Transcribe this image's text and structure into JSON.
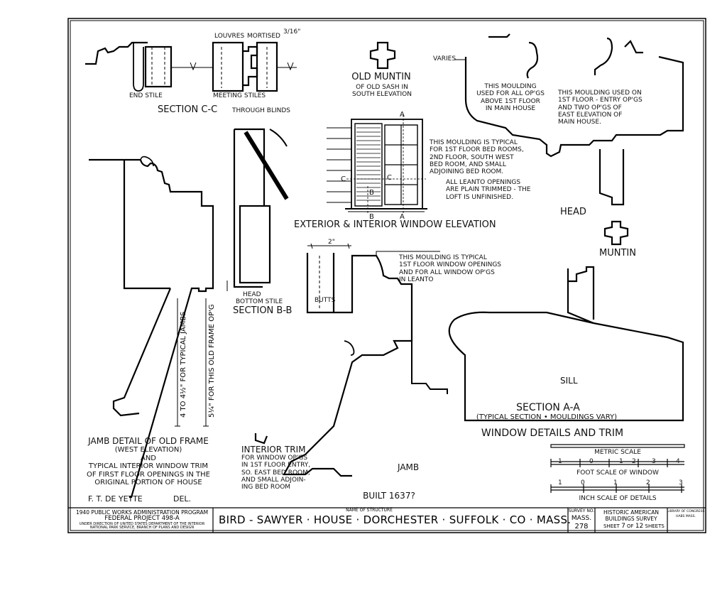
{
  "section_cc": {
    "louvres": "LOUVRES",
    "mortised": "MORTISED",
    "mortised_dim": "3/16\"",
    "end_stile": "END STILE",
    "meeting_stiles": "MEETING STILES",
    "title": "SECTION C-C",
    "subtitle": "THROUGH BLINDS"
  },
  "old_muntin": {
    "title": "OLD MUNTIN",
    "lines": [
      "OF OLD SASH IN",
      "SOUTH ELEVATION"
    ]
  },
  "head": {
    "varies": "VARIES",
    "note_main_house": [
      "THIS MOULDING",
      "USED FOR ALL OP'GS",
      "ABOVE 1ST FLOOR",
      "IN MAIN HOUSE"
    ],
    "note_east": [
      "THIS MOULDING USED ON",
      "1ST FLOOR - ENTRY OP'GS",
      "AND TWO OP'GS OF",
      "EAST ELEVATION OF",
      "MAIN HOUSE."
    ],
    "note_bed_rooms": [
      "THIS MOULDING IS TYPICAL",
      "FOR 1ST FLOOR BED ROOMS,",
      "2ND FLOOR, SOUTH WEST",
      "BED ROOM, AND SMALL",
      "ADJOINING BED ROOM."
    ],
    "note_leanto": [
      "ALL LEANTO OPENINGS",
      "ARE PLAIN TRIMMED - THE",
      "LOFT IS UNFINISHED."
    ],
    "label": "HEAD",
    "muntin": "MUNTIN"
  },
  "window_elevation": {
    "mark_a": "A",
    "mark_b": "B",
    "mark_c": "C",
    "title": "EXTERIOR & INTERIOR WINDOW ELEVATION"
  },
  "section_bb": {
    "head": "HEAD",
    "bottom_stile": "BOTTOM STILE",
    "title": "SECTION B-B"
  },
  "jamb_old": {
    "dim_typical": "4 TO 4½\" FOR TYPICAL JAMBS",
    "dim_old": "5¼\" FOR THIS OLD FRAME OP'G",
    "title": "JAMB DETAIL OF OLD FRAME",
    "lines": [
      "(WEST ELEVATION)",
      "AND",
      "TYPICAL INTERIOR WINDOW TRIM",
      "OF FIRST FLOOR OPENINGS IN THE",
      "ORIGINAL PORTION OF HOUSE"
    ]
  },
  "jamb": {
    "dim_top": "2\"",
    "butts": "BUTTS",
    "note": [
      "THIS MOULDING IS TYPICAL",
      "1ST FLOOR WINDOW OPENINGS",
      "AND FOR ALL WINDOW OP'GS",
      "IN LEANTO"
    ],
    "label": "JAMB"
  },
  "interior_trim": {
    "title": "INTERIOR TRIM",
    "lines": [
      "FOR WINDOW OP'GS",
      "IN 1ST FLOOR ENTRY,",
      "SO. EAST BED ROOM,",
      "AND SMALL ADJOIN-",
      "ING BED ROOM"
    ]
  },
  "sill": {
    "label": "SILL",
    "title": "SECTION A-A",
    "subtitle": "(TYPICAL SECTION • MOULDINGS VARY)",
    "sheet_title": "WINDOW DETAILS AND TRIM"
  },
  "scales": {
    "metric_title": "METRIC SCALE",
    "metric_ticks": [
      "1",
      "0",
      "1",
      "2",
      "3",
      "4"
    ],
    "foot_title": "FOOT SCALE OF WINDOW",
    "inch_ticks": [
      "1",
      "0",
      "1",
      "2",
      "3"
    ],
    "inch_title": "INCH SCALE OF DETAILS"
  },
  "credits": {
    "draftsman": "F. T. DE YETTE",
    "del": "DEL.",
    "built": "BUILT 1637?"
  },
  "title_block": {
    "program": "1940 PUBLIC WORKS ADMINISTRATION PROGRAM",
    "project": "FEDERAL PROJECT 498-A",
    "direction_1": "UNDER DIRECTION OF UNITED STATES DEPARTMENT OF THE INTERIOR",
    "direction_2": "NATIONAL PARK SERVICE, BRANCH OF PLANS AND DESIGN",
    "name_label": "NAME OF STRUCTURE",
    "structure_name": "BIRD - SAWYER · HOUSE · DORCHESTER · SUFFOLK · CO · MASS.",
    "survey_label": "SURVEY NO.",
    "survey_state": "MASS.",
    "survey_no": "278",
    "habs_1": "HISTORIC AMERICAN",
    "habs_2": "BUILDINGS SURVEY",
    "sheet": "SHEET",
    "sheet_no": "7",
    "of": "OF",
    "sheet_total": "12",
    "sheets": "SHEETS",
    "library_1": "LIBRARY OF CONGRESS",
    "library_2": "HABS MASS."
  }
}
